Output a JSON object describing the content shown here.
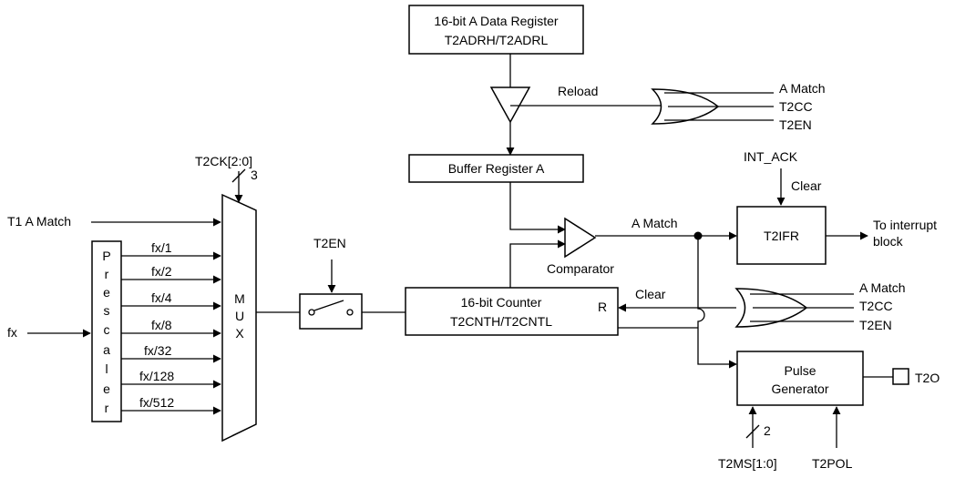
{
  "data_register": {
    "line1": "16-bit A Data Register",
    "line2": "T2ADRH/T2ADRL"
  },
  "buffer_register": {
    "label": "Buffer Register A"
  },
  "counter": {
    "line1": "16-bit Counter",
    "line2": "T2CNTH/T2CNTL",
    "reset_pin": "R"
  },
  "t2ifr": {
    "label": "T2IFR"
  },
  "pulse_generator": {
    "line1": "Pulse",
    "line2": "Generator"
  },
  "mux": {
    "letters": [
      "M",
      "U",
      "X"
    ]
  },
  "prescaler": {
    "letters": [
      "P",
      "r",
      "e",
      "s",
      "c",
      "a",
      "l",
      "e",
      "r"
    ]
  },
  "prescaler_outputs": [
    "fx/1",
    "fx/2",
    "fx/4",
    "fx/8",
    "fx/32",
    "fx/128",
    "fx/512"
  ],
  "signals": {
    "fx": "fx",
    "t1_a_match": "T1 A Match",
    "t2ck": "T2CK[2:0]",
    "t2ck_width": "3",
    "t2en_switch": "T2EN",
    "reload": "Reload",
    "comparator": "Comparator",
    "a_match": "A Match",
    "int_ack": "INT_ACK",
    "int_ack_clear": "Clear",
    "counter_clear": "Clear",
    "to_interrupt_line1": "To interrupt",
    "to_interrupt_line2": "block",
    "t2o": "T2O",
    "t2ms": "T2MS[1:0]",
    "t2ms_width": "2",
    "t2pol": "T2POL"
  },
  "or_gate_top_inputs": [
    "A Match",
    "T2CC",
    "T2EN"
  ],
  "or_gate_bottom_inputs": [
    "A Match",
    "T2CC",
    "T2EN"
  ]
}
